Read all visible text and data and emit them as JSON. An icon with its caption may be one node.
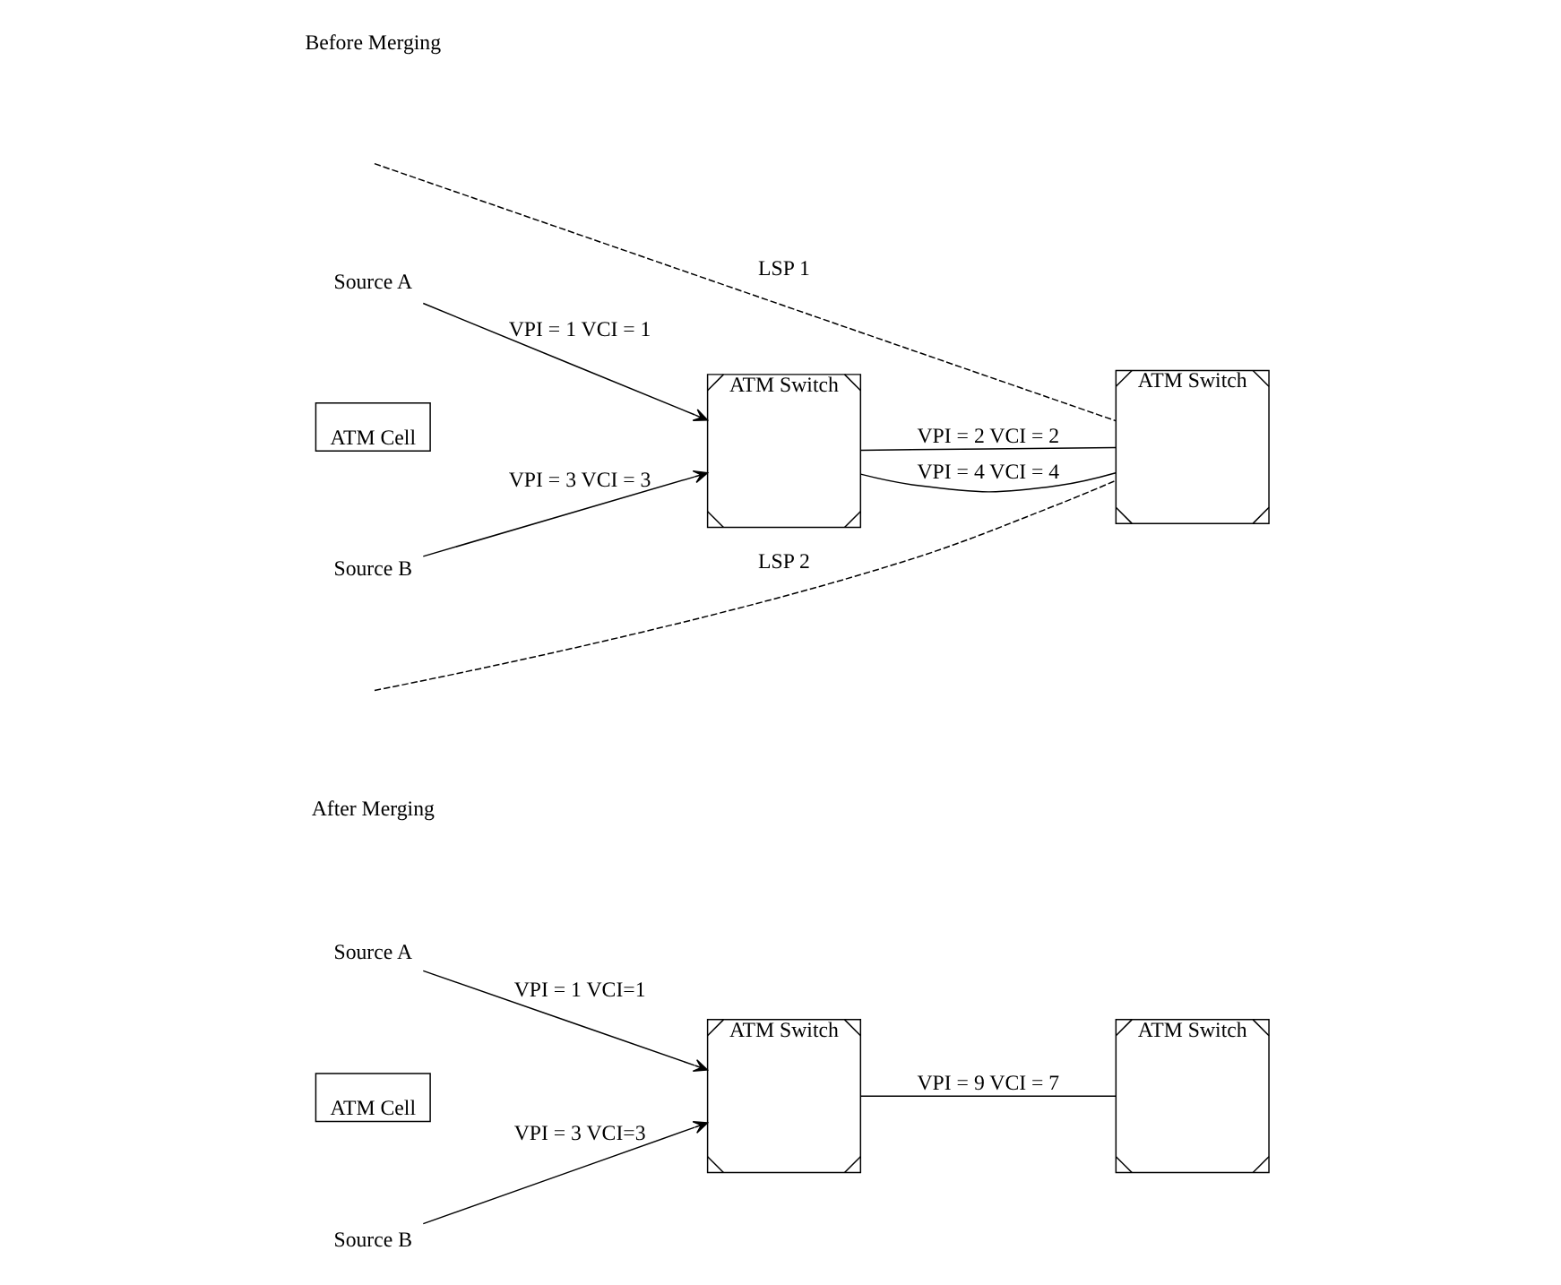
{
  "diagram": {
    "nodes": [
      {
        "text": [
          "Source A"
        ]
      },
      {
        "text": [
          "ATM Cell"
        ]
      },
      {
        "text": [
          "Source B"
        ]
      },
      {
        "text": [
          "ATM Switch"
        ]
      },
      {
        "text": [
          "ATM Switch"
        ]
      },
      {
        "text": [
          "Source A"
        ]
      },
      {
        "text": [
          "ATM Cell"
        ]
      },
      {
        "text": [
          "Source B"
        ]
      },
      {
        "text": [
          "ATM Switch"
        ]
      },
      {
        "text": [
          "ATM Switch"
        ]
      }
    ],
    "edges": [
      {
        "from": 0,
        "to": 3,
        "arrow": "to",
        "label": "VPI = 1 VCI = 1"
      },
      {
        "from": 2,
        "to": 3,
        "arrow": "to",
        "label": "VPI = 3 VCI = 3"
      },
      {
        "from": 3,
        "to": 4,
        "arrow": "none",
        "label": "VPI = 2 VCI = 2"
      },
      {
        "from": 3,
        "to": 4,
        "arrow": "none",
        "label": "VPI = 4 VCI = 4"
      },
      {
        "from": null,
        "to": 4,
        "arrow": "none",
        "style": "dashed",
        "label": "LSP 1"
      },
      {
        "from": null,
        "to": 4,
        "arrow": "none",
        "style": "dashed",
        "label": "LSP 2"
      },
      {
        "from": 5,
        "to": 8,
        "arrow": "to",
        "label": "VPI = 1 VCI=1"
      },
      {
        "from": 7,
        "to": 8,
        "arrow": "to",
        "label": "VPI = 3 VCI=3"
      },
      {
        "from": 8,
        "to": 9,
        "arrow": "none",
        "label": "VPI = 9 VCI = 7"
      }
    ],
    "labels": [
      "Before Merging",
      "After Merging"
    ]
  }
}
